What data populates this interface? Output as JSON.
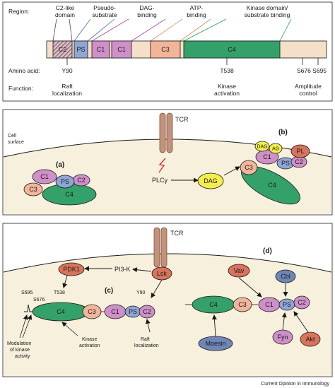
{
  "top_panel": {
    "row_labels": {
      "region": "Region:",
      "amino_acid": "Amino acid:",
      "function": "Function:"
    },
    "regions": [
      {
        "line1": "C2-like",
        "line2": "domain"
      },
      {
        "line1": "Pseudo-",
        "line2": "substrate"
      },
      {
        "line1": "DAG-",
        "line2": "binding"
      },
      {
        "line1": "ATP-",
        "line2": "binding"
      },
      {
        "line1": "Kinase domain/",
        "line2": "substrate binding"
      }
    ],
    "domains": {
      "c2": "C2",
      "ps": "PS",
      "c1a": "C1",
      "c1b": "C1",
      "c3": "C3",
      "c4": "C4"
    },
    "residues": {
      "y90": "Y90",
      "t538": "T538",
      "s676_s695": "S676 S695"
    },
    "functions": [
      {
        "line1": "Raft",
        "line2": "localization"
      },
      {
        "line1": "Kinase",
        "line2": "activation"
      },
      {
        "line1": "Amplitude",
        "line2": "control"
      }
    ]
  },
  "middle_panel": {
    "tcr": "TCR",
    "cell_surface": {
      "line1": "Cell",
      "line2": "surface"
    },
    "label_a": "(a)",
    "label_b": "(b)",
    "plc": "PLCγ",
    "dag": "DAG",
    "complex_a": {
      "c1": "C1",
      "ps": "PS",
      "c2": "C2",
      "c3": "C3",
      "c4": "C4"
    },
    "complex_b": {
      "dag": "DAG",
      "ag": "AG",
      "pl": "PL",
      "c1": "C1",
      "ps": "PS",
      "c2": "C2",
      "c3": "C3",
      "c4": "C4"
    }
  },
  "bottom_panel": {
    "tcr": "TCR",
    "label_c": "(c)",
    "label_d": "(d)",
    "pdk1": "PDK1",
    "pi3k": "PI3-K",
    "lck": "Lck",
    "residues": {
      "s695": "S695",
      "s676": "S676",
      "t538": "T538",
      "y90": "Y90"
    },
    "chain_c": {
      "c4": "C4",
      "c3": "C3",
      "c1": "C1",
      "ps": "PS",
      "c2": "C2"
    },
    "annotations": {
      "modulation": [
        "Modulation",
        "of kinase",
        "activity"
      ],
      "kinase_activation": [
        "Kinase",
        "activation"
      ],
      "raft_localization": [
        "Raft",
        "localization"
      ]
    },
    "chain_d": {
      "c4": "C4",
      "c3": "C3",
      "c1": "C1",
      "ps": "PS",
      "c2": "C2"
    },
    "partners": {
      "vav": "Vav",
      "cbl": "Cbl",
      "moesin": "Moesin",
      "fyn": "Fyn",
      "akt": "Akt"
    }
  },
  "credit": "Current Opinion in Immunology",
  "colors": {
    "c4_green": "#34a06a",
    "c3_salmon": "#f2b59a",
    "c1_purple": "#cf8fc8",
    "ps_blue": "#8fa6d6",
    "dag_yellow": "#f3ee4e",
    "tcr_tan": "#c2927a",
    "red_partner": "#d9735b",
    "moesin_slate": "#6f86b6",
    "cell_fill": "#f6f0dc"
  }
}
